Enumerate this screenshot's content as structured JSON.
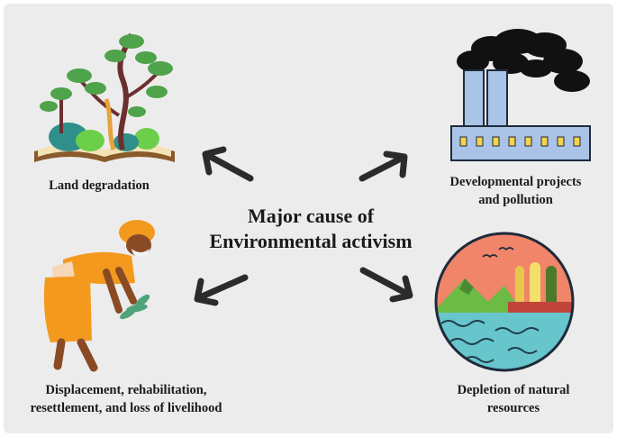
{
  "diagram": {
    "center_title_line1": "Major cause of",
    "center_title_line2": "Environmental activism",
    "nodes": [
      {
        "label": "Land degradation",
        "icon": "tree-book-icon"
      },
      {
        "label_line1": "Developmental projects",
        "label_line2": "and pollution",
        "icon": "factory-icon"
      },
      {
        "label_line1": "Displacement, rehabilitation,",
        "label_line2": "resettlement, and loss of livelihood",
        "icon": "farmer-icon"
      },
      {
        "label_line1": "Depletion of natural",
        "label_line2": "resources",
        "icon": "landscape-circle-icon"
      }
    ]
  },
  "colors": {
    "background": "#ececec",
    "arrow": "#2b2b2b",
    "factory": "#a9c4e6",
    "smoke": "#111111",
    "farmer_cloth": "#f39a1e",
    "sky": "#f0856a",
    "water": "#66c6cc",
    "hills": "#6bbb45"
  }
}
